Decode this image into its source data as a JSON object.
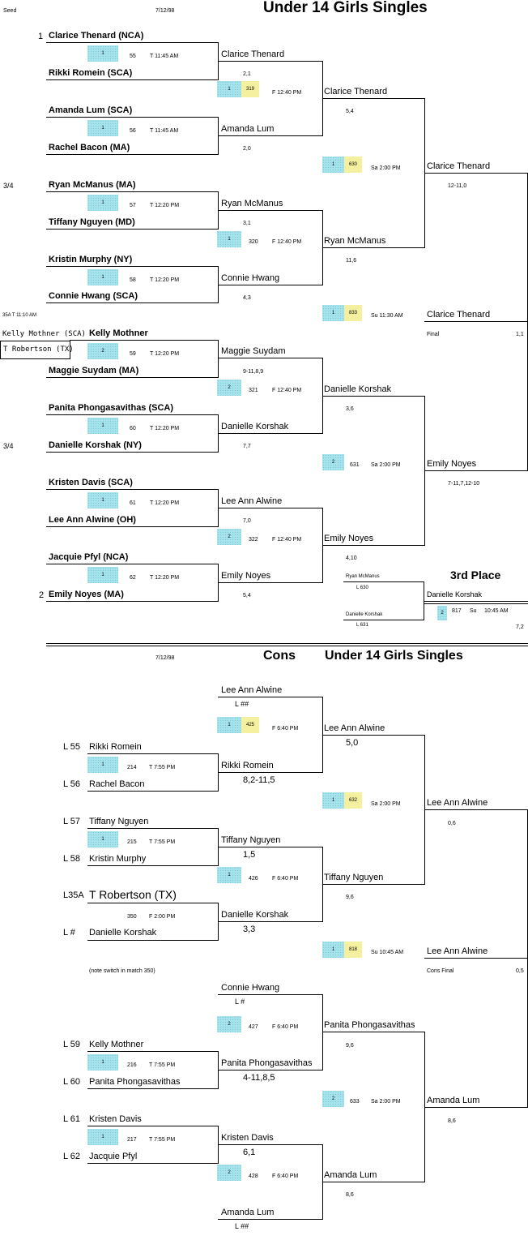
{
  "header": {
    "seed_label": "Seed",
    "date": "7/12/98",
    "title": "Under 14 Girls Singles"
  },
  "main": {
    "r1": [
      {
        "seed": "1",
        "name": "Clarice Thenard (NCA)"
      },
      {
        "seed": "",
        "name": "Rikki Romein (SCA)"
      },
      {
        "seed": "",
        "name": "Amanda Lum (SCA)"
      },
      {
        "seed": "",
        "name": "Rachel Bacon (MA)"
      },
      {
        "seed": "3/4",
        "name": "Ryan McManus (MA)"
      },
      {
        "seed": "",
        "name": "Tiffany Nguyen (MD)"
      },
      {
        "seed": "",
        "name": "Kristin Murphy (NY)"
      },
      {
        "seed": "",
        "name": "Connie Hwang (SCA)"
      },
      {
        "seed": "",
        "name": "Kelly Mothner"
      },
      {
        "seed": "",
        "name": "Maggie Suydam (MA)"
      },
      {
        "seed": "",
        "name": "Panita Phongasavithas (SCA)"
      },
      {
        "seed": "3/4",
        "name": "Danielle Korshak (NY)"
      },
      {
        "seed": "",
        "name": "Kristen Davis (SCA)"
      },
      {
        "seed": "",
        "name": "Lee Ann Alwine (OH)"
      },
      {
        "seed": "",
        "name": "Jacquie Pfyl (NCA)"
      },
      {
        "seed": "2",
        "name": "Emily Noyes (MA)"
      }
    ],
    "r1_matches": [
      {
        "court": "1",
        "num": "55",
        "time": "T 11:45 AM"
      },
      {
        "court": "1",
        "num": "56",
        "time": "T 11:45 AM"
      },
      {
        "court": "1",
        "num": "57",
        "time": "T 12:20 PM"
      },
      {
        "court": "1",
        "num": "58",
        "time": "T 12:20 PM"
      },
      {
        "court": "2",
        "num": "59",
        "time": "T 12:20 PM"
      },
      {
        "court": "1",
        "num": "60",
        "time": "T 12:20 PM"
      },
      {
        "court": "1",
        "num": "61",
        "time": "T 12:20 PM"
      },
      {
        "court": "1",
        "num": "62",
        "time": "T 12:20 PM"
      }
    ],
    "r2": [
      {
        "name": "Clarice Thenard",
        "score": "2,1"
      },
      {
        "name": "Amanda Lum",
        "score": "2,0"
      },
      {
        "name": "Ryan McManus",
        "score": "3,1"
      },
      {
        "name": "Connie Hwang",
        "score": "4,3"
      },
      {
        "name": "Maggie Suydam",
        "score": "9-11,8,9"
      },
      {
        "name": "Danielle Korshak",
        "score": "7,7"
      },
      {
        "name": "Lee Ann Alwine",
        "score": "7,0"
      },
      {
        "name": "Emily Noyes",
        "score": "5,4"
      }
    ],
    "r2_matches": [
      {
        "court": "1",
        "num": "319",
        "time": "F 12:40 PM"
      },
      {
        "court": "1",
        "num": "320",
        "time": "F 12:40 PM"
      },
      {
        "court": "2",
        "num": "321",
        "time": "F 12:40 PM"
      },
      {
        "court": "2",
        "num": "322",
        "time": "F 12:40 PM"
      }
    ],
    "r3": [
      {
        "name": "Clarice Thenard",
        "score": "5,4"
      },
      {
        "name": "Ryan McManus",
        "score": "11,6"
      },
      {
        "name": "Danielle Korshak",
        "score": "3,6"
      },
      {
        "name": "Emily Noyes",
        "score": "4,10"
      }
    ],
    "r3_matches": [
      {
        "court": "1",
        "num": "630",
        "time": "Sa 2:00 PM"
      },
      {
        "court": "2",
        "num": "631",
        "time": "Sa 2:00 PM"
      }
    ],
    "r4": [
      {
        "name": "Clarice Thenard",
        "score": "12-11,0"
      },
      {
        "name": "Emily Noyes",
        "score": "7-11,7,12-10"
      }
    ],
    "final_match": {
      "court": "1",
      "num": "833",
      "time": "Su 11:30 AM"
    },
    "champion": "Clarice Thenard",
    "final_label": "Final",
    "final_score": "1,1",
    "match35a_label": "35A  T 11:10 AM",
    "play_in": {
      "top": "Kelly Mothner (SCA)",
      "bottom": "T Robertson (TX)"
    },
    "third": {
      "title": "3rd Place",
      "p1": "Ryan McManus",
      "p1_ref": "L 630",
      "p2": "Danielle Korshak",
      "p2_ref": "L 631",
      "winner": "Danielle Korshak",
      "court": "2",
      "num": "817",
      "day": "Su",
      "time": "10:45 AM",
      "score": "7,2"
    }
  },
  "cons_header": {
    "date": "7/12/98",
    "label": "Cons",
    "title": "Under 14 Girls Singles"
  },
  "cons": {
    "top_bye": {
      "name": "Lee Ann Alwine",
      "ref": "L  ##"
    },
    "m425": {
      "court": "1",
      "num": "425",
      "time": "F 6:40 PM"
    },
    "r1": [
      {
        "lbl": "L   55",
        "name": "Rikki Romein"
      },
      {
        "lbl": "L   56",
        "name": "Rachel Bacon"
      },
      {
        "lbl": "L   57",
        "name": "Tiffany Nguyen"
      },
      {
        "lbl": "L   58",
        "name": "Kristin Murphy"
      },
      {
        "lbl": "L35A",
        "name": "T Robertson (TX)"
      },
      {
        "lbl": "L   #",
        "name": "Danielle Korshak"
      },
      {
        "lbl": "L   59",
        "name": "Kelly Mothner"
      },
      {
        "lbl": "L   60",
        "name": "Panita Phongasavithas"
      },
      {
        "lbl": "L   61",
        "name": "Kristen Davis"
      },
      {
        "lbl": "L   62",
        "name": "Jacquie Pfyl"
      }
    ],
    "r1_matches": [
      {
        "court": "1",
        "num": "214",
        "time": "T 7:55 PM"
      },
      {
        "court": "1",
        "num": "215",
        "time": "T 7:55 PM"
      },
      {
        "court": "",
        "num": "350",
        "time": "F 2:00 PM"
      },
      {
        "court": "1",
        "num": "216",
        "time": "T 7:55 PM"
      },
      {
        "court": "1",
        "num": "217",
        "time": "T 7:55 PM"
      }
    ],
    "r1_winners": [
      {
        "name": "Rikki Romein",
        "score": "8,2-11,5"
      },
      {
        "name": "Tiffany Nguyen",
        "score": "1,5"
      },
      {
        "name": "Danielle Korshak",
        "score": "3,3"
      },
      {
        "name": "Panita Phongasavithas",
        "score": "4-11,8,5"
      },
      {
        "name": "Kristen Davis",
        "score": "6,1"
      }
    ],
    "m426": {
      "court": "1",
      "num": "426",
      "time": "F 6:40 PM"
    },
    "connie": {
      "name": "Connie Hwang",
      "ref": "L   #"
    },
    "m427": {
      "court": "2",
      "num": "427",
      "time": "F 6:40 PM"
    },
    "m428": {
      "court": "2",
      "num": "428",
      "time": "F 6:40 PM"
    },
    "bottom_bye": {
      "name": "Amanda Lum",
      "ref": "L  ##"
    },
    "r2": [
      {
        "name": "Lee Ann Alwine",
        "score": "5,0"
      },
      {
        "name": "Tiffany Nguyen",
        "score": "9,6"
      },
      {
        "name": "Panita Phongasavithas",
        "score": "9,6"
      },
      {
        "name": "Amanda Lum",
        "score": "8,6"
      }
    ],
    "r2_matches": [
      {
        "court": "1",
        "num": "632",
        "time": "Sa 2:00 PM"
      },
      {
        "court": "2",
        "num": "633",
        "time": "Sa 2:00 PM"
      }
    ],
    "r3": [
      {
        "name": "Lee Ann Alwine",
        "score": "0,6"
      },
      {
        "name": "Amanda Lum",
        "score": "8,6"
      }
    ],
    "final_match": {
      "court": "1",
      "num": "818",
      "time": "Su 10:45 AM"
    },
    "champion": "Lee Ann Alwine",
    "final_label": "Cons Final",
    "final_score": "0,5",
    "note": "(note switch in match 350)"
  }
}
